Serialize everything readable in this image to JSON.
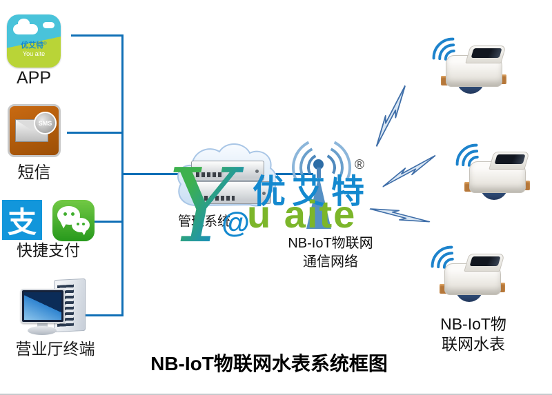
{
  "page_title": "NB-IoT物联网水表系统框图",
  "sidebar": {
    "items": [
      {
        "id": "app",
        "label": "APP"
      },
      {
        "id": "sms",
        "label": "短信",
        "badge": "SMS"
      },
      {
        "id": "payment",
        "label": "快捷支付",
        "alipay_glyph": "支"
      },
      {
        "id": "terminal",
        "label": "营业厅终端"
      }
    ]
  },
  "brand": {
    "script_letter": "Y",
    "cn": "优艾特",
    "reg_mark": "®",
    "at_symbol": "@",
    "en": "u aite",
    "app_logo_cn": "优艾特",
    "app_logo_en": "You aite"
  },
  "management": {
    "label": "管理系统"
  },
  "network": {
    "line1": "NB-IoT物联网",
    "line2": "通信网络"
  },
  "meter_label": {
    "line1": "NB-IoT物",
    "line2": "联网水表"
  },
  "icons": {
    "app": "app-cloud-logo-icon",
    "sms": "sms-envelope-icon",
    "alipay": "alipay-icon",
    "wechat": "wechat-icon",
    "terminal": "desktop-server-icon",
    "cloud": "cloud-icon",
    "servers": "server-rack-icon",
    "tower": "radio-tower-icon",
    "lightning": "lightning-bolt-icon",
    "wifi": "wifi-signal-icon",
    "meter": "water-meter-icon"
  },
  "colors": {
    "connector": "#0f6fb6",
    "brand_blue": "#1489cf",
    "brand_green": "#7cb62a",
    "lightning_stroke": "#3f6ea8",
    "lightning_fill": "#d9e6f3",
    "wifi": "#1d83cc",
    "tower": "#5590c4"
  }
}
